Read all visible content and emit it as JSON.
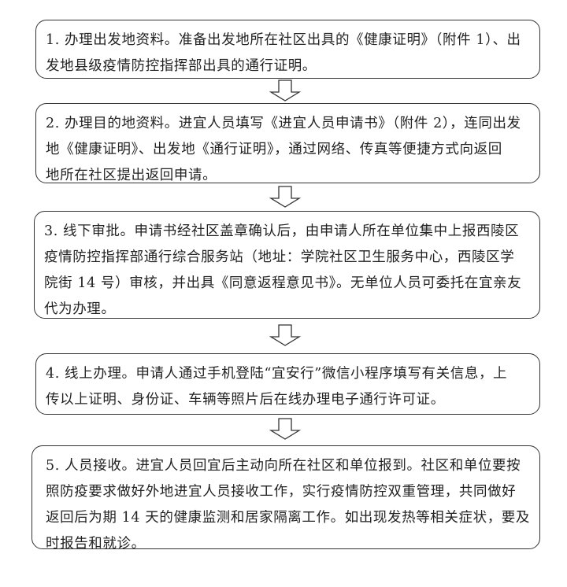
{
  "steps": [
    {
      "lines": [
        "1. 办理出发地资料。准备出发地所在社区出具的《健康证明》（附件 1）、出",
        "发地县级疫情防控指挥部出具的通行证明。"
      ]
    },
    {
      "lines": [
        "2. 办理目的地资料。进宜人员填写《进宜人员申请书》（附件 2），连同出发",
        "地《健康证明》、出发地《通行证明》，通过网络、传真等便捷方式向返回",
        "地所在社区提出返回申请。"
      ]
    },
    {
      "lines": [
        "3. 线下审批。申请书经社区盖章确认后，由申请人所在单位集中上报西陵区",
        "疫情防控指挥部通行综合服务站（地址：学院社区卫生服务中心，西陵区学",
        "院街 14 号）审核，并出具《同意返程意见书》。无单位人员可委托在宜亲友",
        "代为办理。"
      ]
    },
    {
      "lines": [
        "4. 线上办理。申请人通过手机登陆“宜安行”微信小程序填写有关信息，上",
        "传以上证明、身份证、车辆等照片后在线办理电子通行许可证。"
      ]
    },
    {
      "lines": [
        "5. 人员接收。进宜人员回宜后主动向所在社区和单位报到。社区和单位要按",
        "照防疫要求做好外地进宜人员接收工作，实行疫情防控双重管理，共同做好",
        "返回后为期 14 天的健康监测和居家隔离工作。如出现发热等相关症状，要及",
        "时报告和就诊。"
      ]
    }
  ]
}
